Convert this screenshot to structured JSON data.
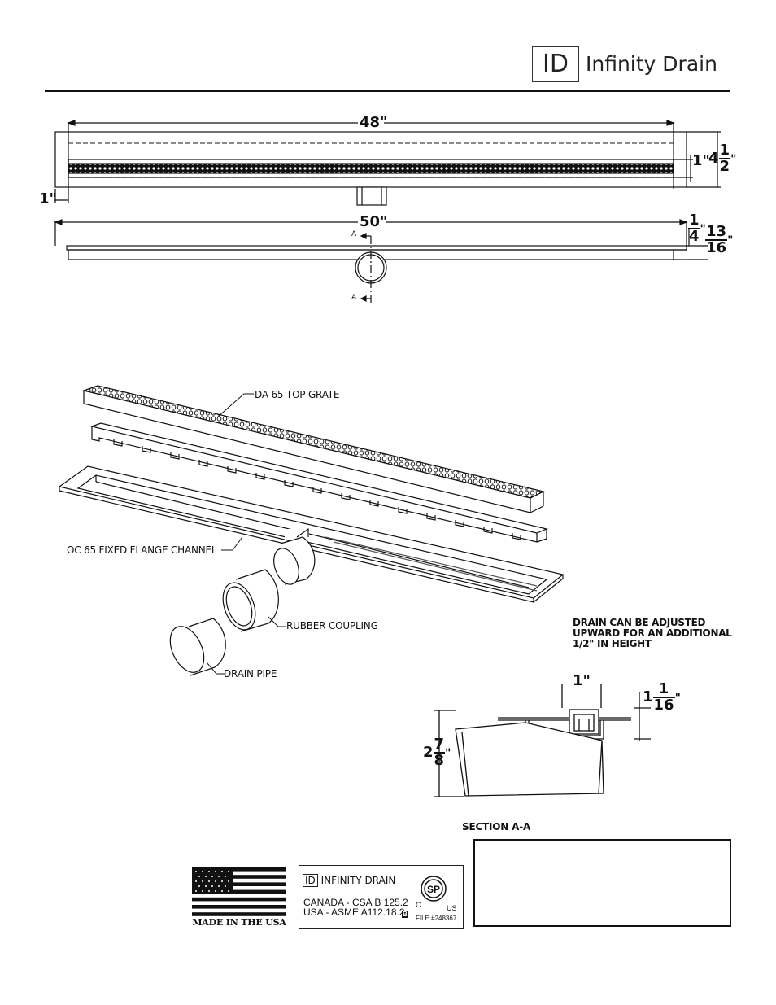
{
  "header": {
    "logo_mark": "ID",
    "brand": "Infinity Drain"
  },
  "top_view": {
    "length": "48\"",
    "flange_dim": "1\"",
    "grate_width": "1\"",
    "width_whole": "4",
    "width_num": "1",
    "width_den": "2",
    "width_unit": "\""
  },
  "side_view": {
    "length": "50\"",
    "section_marker_top": "A",
    "section_marker_bottom": "A",
    "flange_num": "1",
    "flange_den": "4",
    "flange_unit": "\"",
    "height_num": "13",
    "height_den": "16",
    "height_unit": "\""
  },
  "exploded_view": {
    "grate_label": "DA 65 TOP GRATE",
    "channel_label": "OC 65 FIXED FLANGE CHANNEL",
    "coupling_label": "RUBBER COUPLING",
    "pipe_label": "DRAIN PIPE"
  },
  "note": {
    "line1": "DRAIN CAN BE ADJUSTED",
    "line2": "UPWARD FOR AN ADDITIONAL",
    "line3": "1/2\" IN HEIGHT"
  },
  "section": {
    "top_width": "1\"",
    "top_height_whole": "1",
    "top_height_num": "1",
    "top_height_den": "16",
    "top_height_unit": "\"",
    "depth_whole": "2",
    "depth_num": "7",
    "depth_den": "8",
    "depth_unit": "\"",
    "title": "SECTION A-A"
  },
  "badges": {
    "usa": "MADE IN THE USA",
    "cert_brand_mark": "ID",
    "cert_brand": "INFINITY DRAIN",
    "canada": "CANADA - CSA B 125.2",
    "usa_std": "USA - ASME A112.18.2",
    "b_mark": "B",
    "csa_c": "C",
    "csa_us": "US",
    "csa_mark": "SP",
    "file": "FILE #248367"
  },
  "colors": {
    "line": "#111111",
    "hidden_line": "#444444"
  }
}
